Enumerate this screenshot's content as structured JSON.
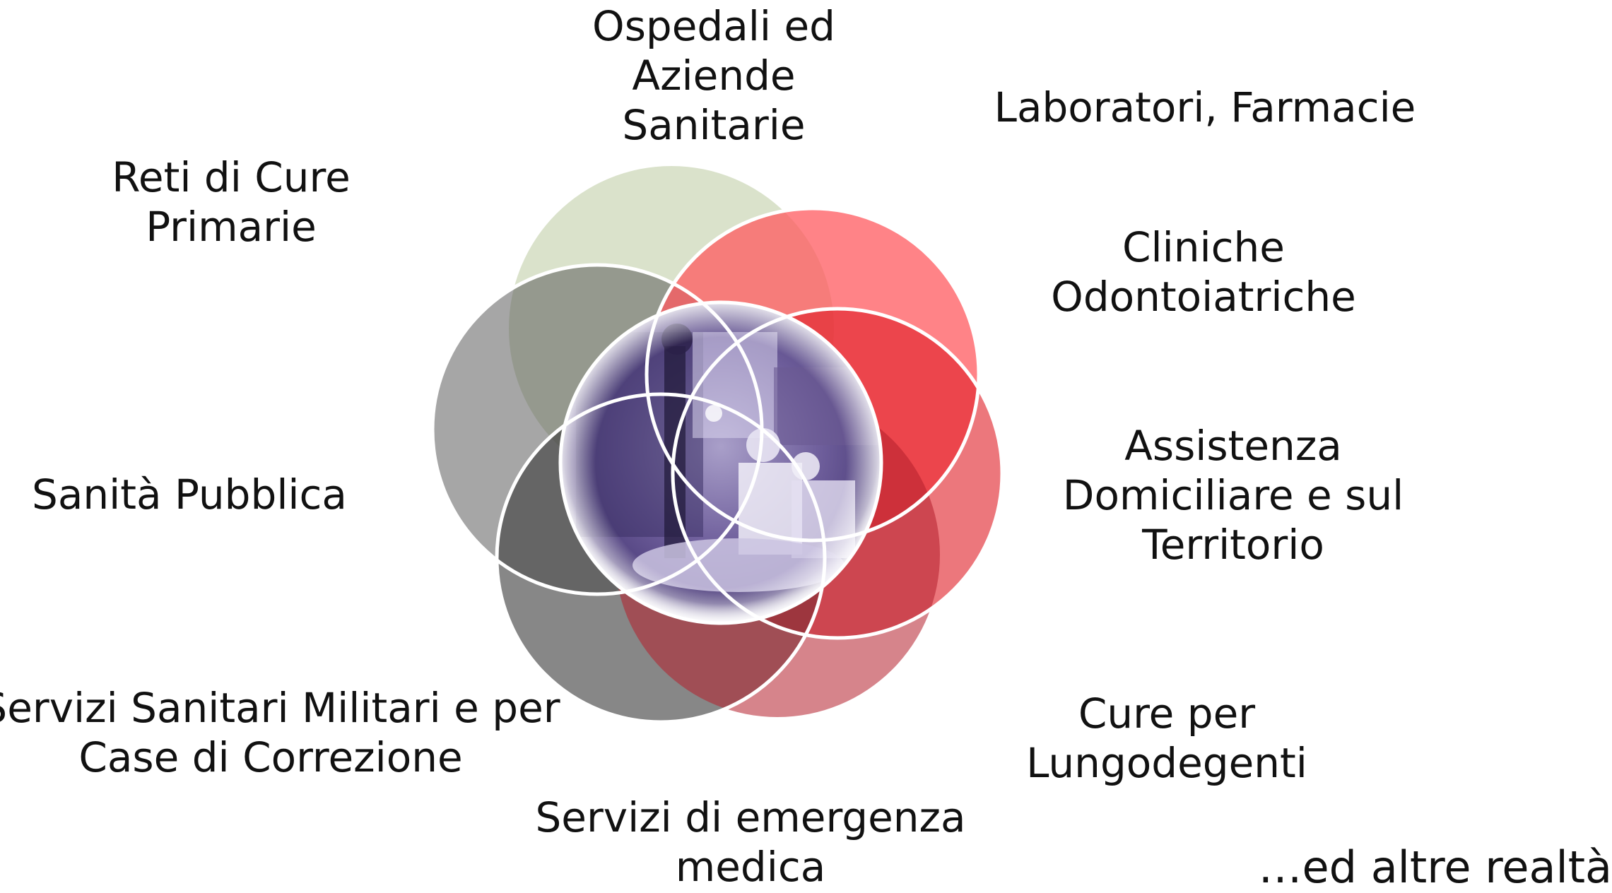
{
  "diagram": {
    "labels": [
      {
        "id": "ospedali",
        "lines": [
          "Ospedali ed",
          "Aziende",
          "Sanitarie"
        ]
      },
      {
        "id": "laboratori",
        "lines": [
          "Laboratori, Farmacie"
        ]
      },
      {
        "id": "reti",
        "lines": [
          "Reti di Cure",
          "Primarie"
        ]
      },
      {
        "id": "cliniche",
        "lines": [
          "Cliniche",
          "Odontoiatriche"
        ]
      },
      {
        "id": "sanita",
        "lines": [
          "Sanità Pubblica"
        ]
      },
      {
        "id": "assistenza",
        "lines": [
          "Assistenza",
          "Domiciliare e sul",
          "Territorio"
        ]
      },
      {
        "id": "servizi-militari",
        "lines": [
          "Servizi Sanitari Militari e per",
          "Case di Correzione"
        ]
      },
      {
        "id": "cure-lungodegenti",
        "lines": [
          "Cure per",
          "Lungodegenti"
        ]
      },
      {
        "id": "emergenza",
        "lines": [
          "Servizi di emergenza",
          "medica"
        ]
      }
    ],
    "footer_note": "…ed altre realtà",
    "petal_colors": {
      "top": "#c9d4b3",
      "upper_right": "#ff5a5f",
      "right": "#df1c24",
      "lower_right": "#b41f2b",
      "lower_left": "#3e3e3e",
      "left": "#5c5c5c",
      "ring_stroke": "#ffffff",
      "center_tint": "#5a4a86"
    },
    "center_image": "ambulance-emergency-photo"
  }
}
